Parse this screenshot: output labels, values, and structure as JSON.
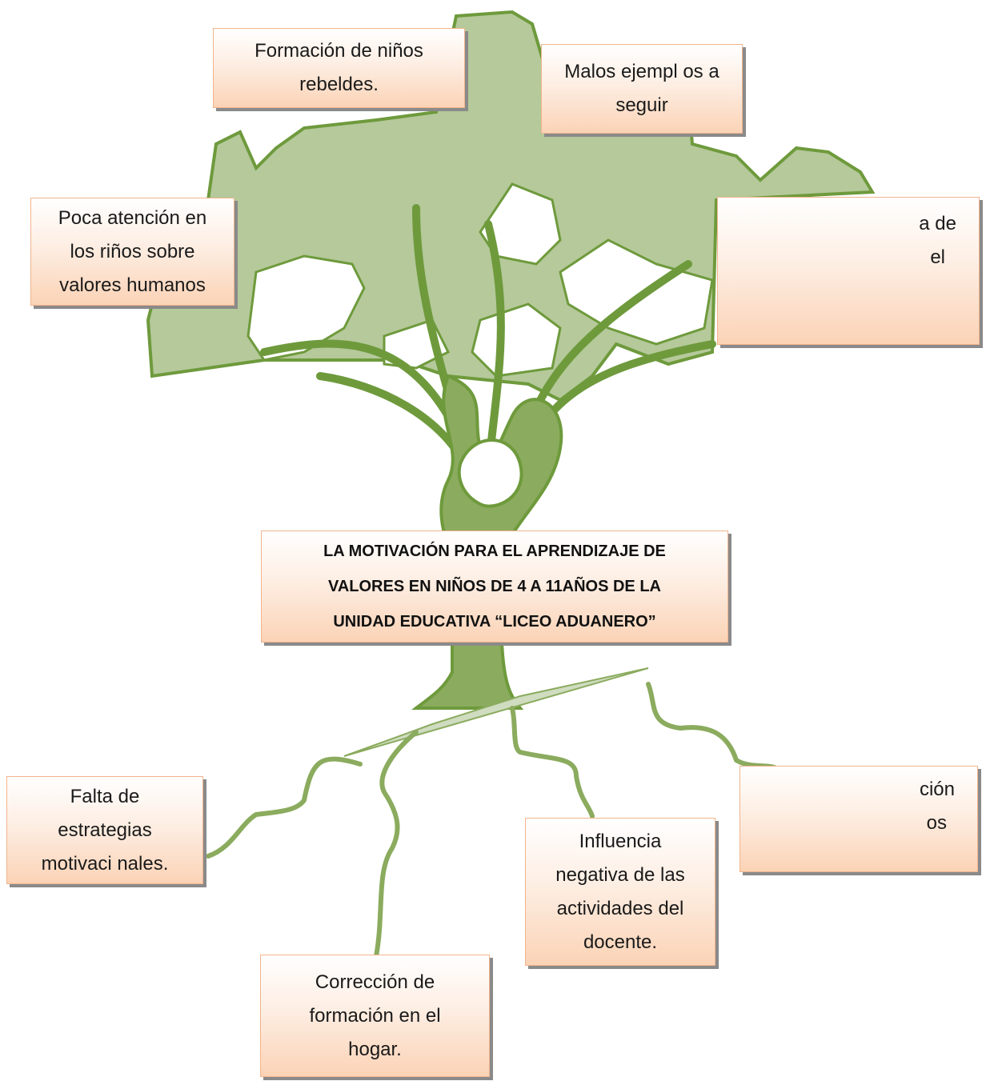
{
  "diagram": {
    "root_problem": {
      "lines": [
        "LA MOTIVACIÓN PARA EL APRENDIZAJE DE",
        "VALORES EN NIÑOS DE 4 A 11AÑOS DE LA",
        "UNIDAD EDUCATIVA “LICEO ADUANERO”"
      ]
    },
    "effects": [
      {
        "lines": [
          "Formación de niños",
          "rebeldes."
        ]
      },
      {
        "lines": [
          "Malos ejempl os a",
          "seguir"
        ]
      },
      {
        "lines": [
          "Poca atención en",
          "los riños sobre",
          "valores humanos"
        ]
      },
      {
        "lines": [
          "a de",
          "el"
        ]
      }
    ],
    "causes": [
      {
        "lines": [
          "Falta de",
          "estrategias",
          "motivaci nales."
        ]
      },
      {
        "lines": [
          "Corrección de",
          "formación en el",
          "hogar."
        ]
      },
      {
        "lines": [
          "Influencia",
          "negativa de las",
          "actividades del",
          "docente."
        ]
      },
      {
        "lines": [
          "ción",
          "os"
        ]
      }
    ],
    "colors": {
      "canopy": "#b5c99a",
      "outline": "#6e9a3c",
      "trunk": "#8bab5e",
      "box_gradient_bottom": "#fbd3b6",
      "box_shadow": "#8a8a8a"
    }
  }
}
